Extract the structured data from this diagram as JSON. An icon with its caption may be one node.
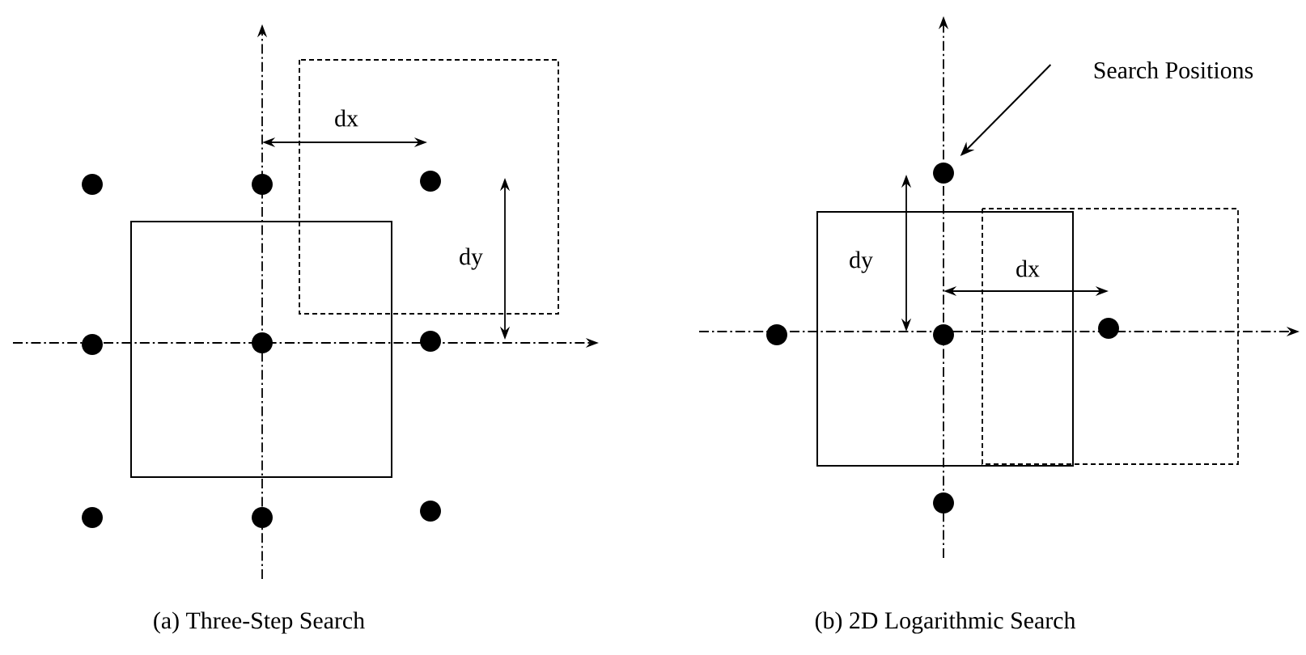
{
  "diagram": {
    "nodes": [
      {
        "text": [
          "Search Positions"
        ]
      },
      {
        "text": [],
        "shape": "circle"
      },
      {
        "text": [],
        "shape": "circle"
      },
      {
        "text": [],
        "shape": "circle"
      },
      {
        "text": [],
        "shape": "circle"
      },
      {
        "text": [],
        "shape": "circle"
      },
      {
        "text": [],
        "shape": "circle"
      },
      {
        "text": [],
        "shape": "circle"
      },
      {
        "text": [],
        "shape": "circle"
      },
      {
        "text": [],
        "shape": "circle"
      },
      {
        "text": [],
        "shape": "circle"
      },
      {
        "text": [],
        "shape": "circle"
      },
      {
        "text": [],
        "shape": "circle"
      },
      {
        "text": [],
        "shape": "circle"
      },
      {
        "text": [],
        "shape": "circle"
      }
    ],
    "edges": [
      {
        "from": 0,
        "to": 10,
        "arrow": "to"
      }
    ],
    "labels": [
      "dx",
      "dy",
      "dy",
      "dx",
      "(a) Three-Step Search",
      "(b) 2D Logarithmic Search"
    ]
  }
}
